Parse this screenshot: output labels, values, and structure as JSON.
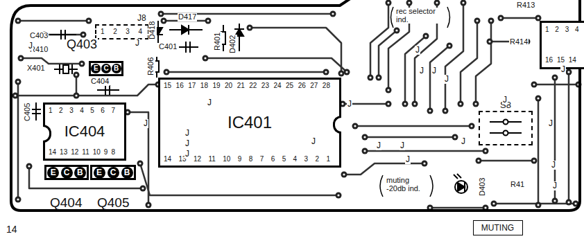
{
  "diagram": {
    "nodes": [
      {
        "text": [
          "J8",
          "1 2 3 4"
        ]
      },
      {
        "text": [
          "Q403",
          "E",
          "C",
          "B"
        ]
      },
      {
        "text": [
          "1 2 3 4 5 6 7",
          "IC404",
          "14 13 12 11 10 9 8"
        ]
      },
      {
        "text": [
          "15 16 17 18 19 20 21 22 23 24 25 26 27 28",
          "IC401",
          "14 13 12 11 10 9 8 7 6 5 4 3 2 1"
        ]
      },
      {
        "text": [
          "Q404",
          "E",
          "C",
          "B"
        ]
      },
      {
        "text": [
          "Q405",
          "E",
          "C",
          "B"
        ]
      },
      {
        "text": [
          "S8"
        ]
      },
      {
        "text": [
          "1 2 3 4",
          "16 15 14"
        ]
      },
      {
        "text": [
          "MUTING"
        ]
      }
    ],
    "labels": [
      "C403",
      "R410",
      "X401",
      "C404",
      "C405",
      "D418",
      "D417",
      "C401",
      "R406",
      "R401",
      "D402",
      "rec selector ind.",
      "R413",
      "R414",
      "muting -20db ind.",
      "D403",
      "R41",
      "14",
      "J",
      "J",
      "J",
      "J",
      "J",
      "J",
      "J",
      "J",
      "J",
      "J",
      "J",
      "J",
      "J",
      "J",
      "J",
      "J",
      "J",
      "J",
      "J",
      "J",
      "J",
      "J"
    ]
  }
}
